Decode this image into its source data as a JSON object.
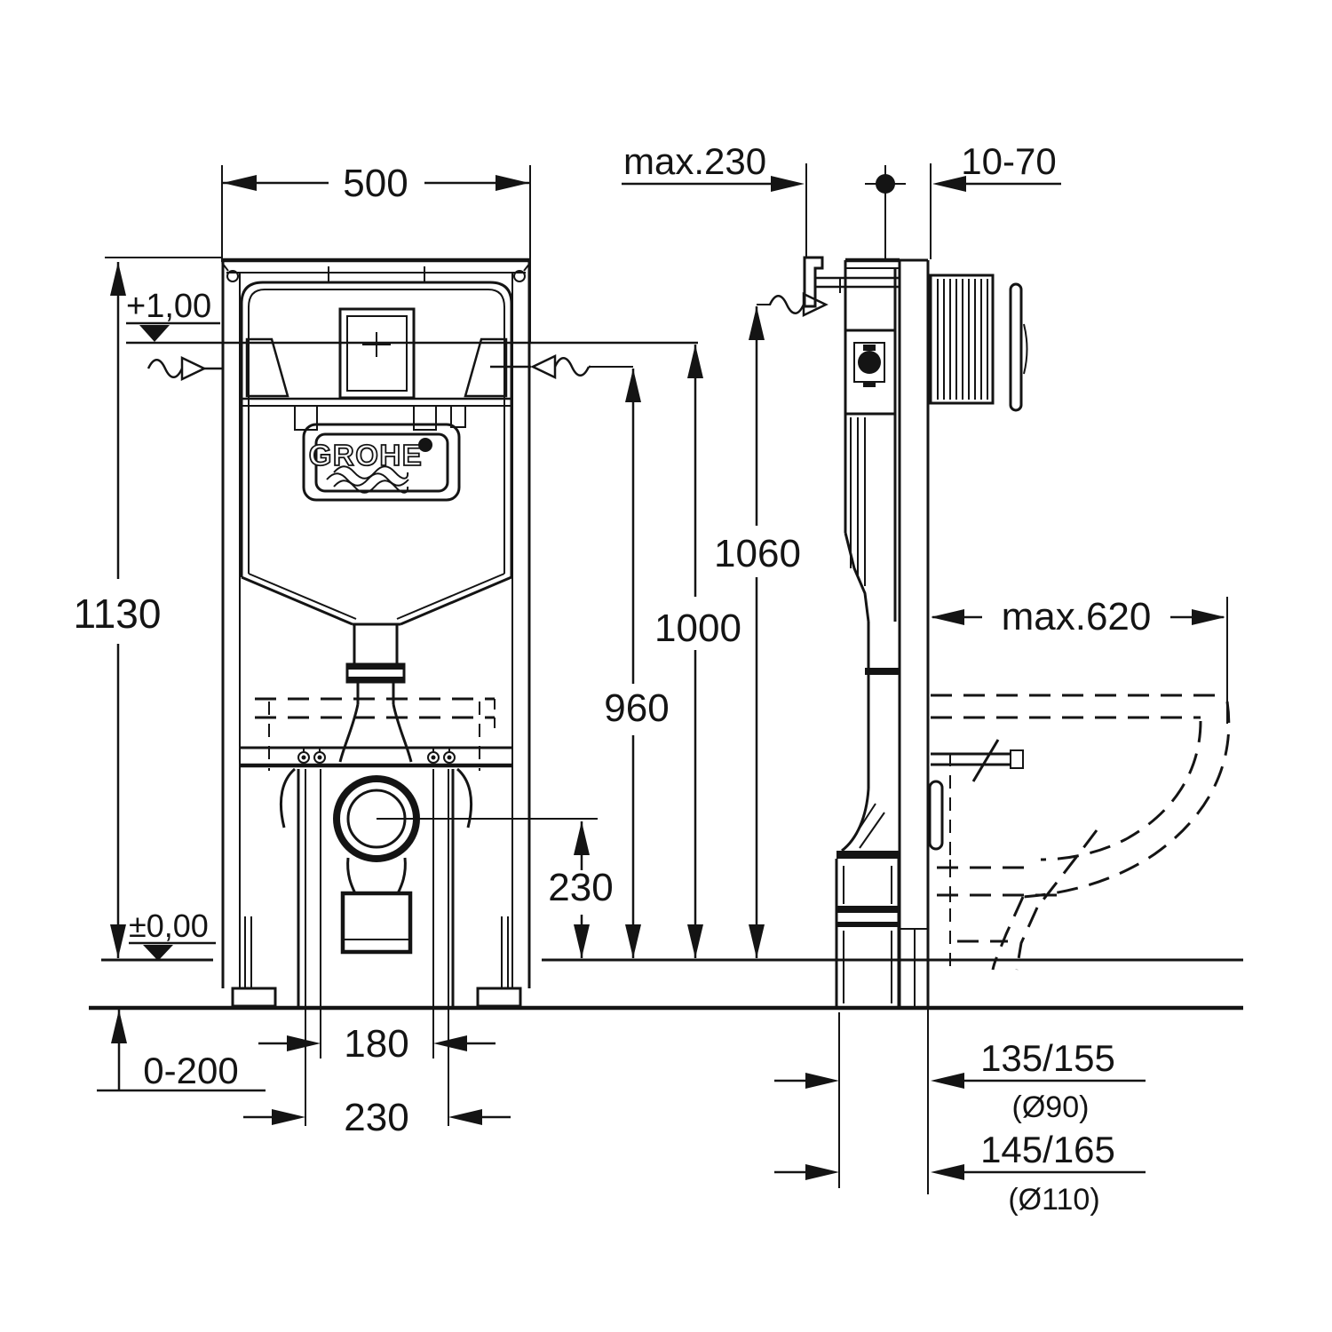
{
  "brand": "GROHE",
  "front_view": {
    "frame_width": "500",
    "frame_height": "1130",
    "level_upper": "+1,00",
    "level_floor": "±0,00",
    "height_1060": "1060",
    "height_1000": "1000",
    "height_960": "960",
    "drain_center_height": "230",
    "foot_adjustment": "0-200",
    "bolt_spacing_inner": "180",
    "bolt_spacing_outer": "230"
  },
  "side_view": {
    "max_wall_depth": "max.230",
    "flush_plate_range": "10-70",
    "max_projection": "max.620",
    "drain_offset_small": "135/155",
    "drain_offset_small_dia": "(Ø90)",
    "drain_offset_large": "145/165",
    "drain_offset_large_dia": "(Ø110)"
  }
}
